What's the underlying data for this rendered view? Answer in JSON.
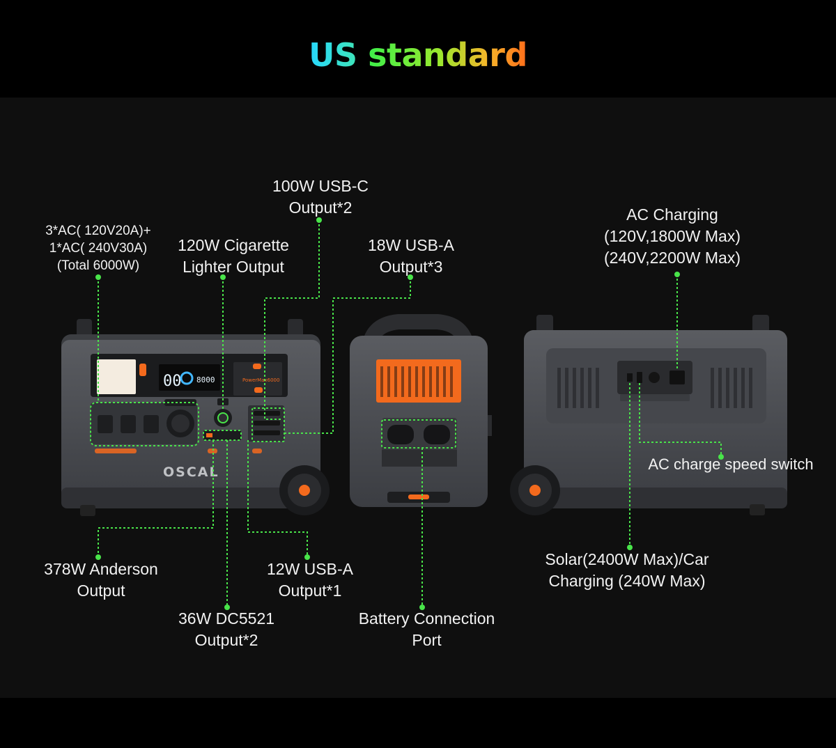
{
  "title": {
    "part1": "US",
    "part2": "standard"
  },
  "labels": {
    "ac_output": {
      "line1": "3*AC( 120V20A)+",
      "line2": "1*AC( 240V30A)",
      "line3": "(Total 6000W)"
    },
    "cig_lighter": {
      "line1": "120W Cigarette",
      "line2": "Lighter Output"
    },
    "usbc": {
      "line1": "100W USB-C",
      "line2": "Output*2"
    },
    "usba18": {
      "line1": "18W USB-A",
      "line2": "Output*3"
    },
    "ac_charging": {
      "line1": "AC Charging",
      "line2": "(120V,1800W Max)",
      "line3": "(240V,2200W Max)"
    },
    "ac_switch": {
      "line1": "AC charge speed switch"
    },
    "anderson": {
      "line1": "378W Anderson",
      "line2": "Output"
    },
    "usba12": {
      "line1": "12W USB-A",
      "line2": "Output*1"
    },
    "dc5521": {
      "line1": "36W DC5521",
      "line2": "Output*2"
    },
    "battery_port": {
      "line1": "Battery Connection",
      "line2": "Port"
    },
    "solar": {
      "line1": "Solar(2400W Max)/Car",
      "line2": "Charging (240W Max)"
    }
  },
  "device": {
    "brand": "OSCAL",
    "model": "PowerMax6000",
    "display_value": "00",
    "display_value2": "8000"
  },
  "colors": {
    "accent_green": "#49e44a",
    "accent_orange": "#f36a1d",
    "body_gray": "#4b4d52",
    "background": "#0f0f0f"
  }
}
